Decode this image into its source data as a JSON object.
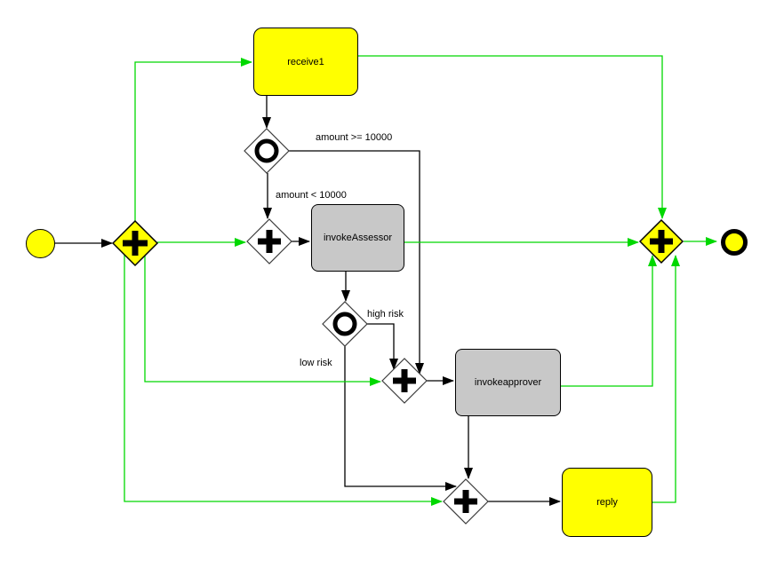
{
  "colors": {
    "flow_green": "#00D800",
    "flow_black": "#000000",
    "task_yellow": "#FFFF00",
    "task_gray": "#C8C8C8",
    "gateway_yellow": "#FFFF00",
    "canvas_background": "#FFFFFF"
  },
  "icons": {
    "parallel_gateway": "thick-plus-cross",
    "exclusive_gateway": "thick-ring-circle",
    "start_event": "thin-bordered-circle",
    "end_event": "thick-bordered-circle"
  },
  "nodes": {
    "receive1": {
      "type": "task",
      "label": "receive1"
    },
    "invokeAssessor": {
      "type": "task",
      "label": "invokeAssessor"
    },
    "invokeapprover": {
      "type": "task",
      "label": "invokeapprover"
    },
    "reply": {
      "type": "task",
      "label": "reply"
    }
  },
  "edge_labels": {
    "amount_gte": "amount >= 10000",
    "amount_lt": "amount < 10000",
    "high_risk": "high risk",
    "low_risk": "low risk"
  }
}
